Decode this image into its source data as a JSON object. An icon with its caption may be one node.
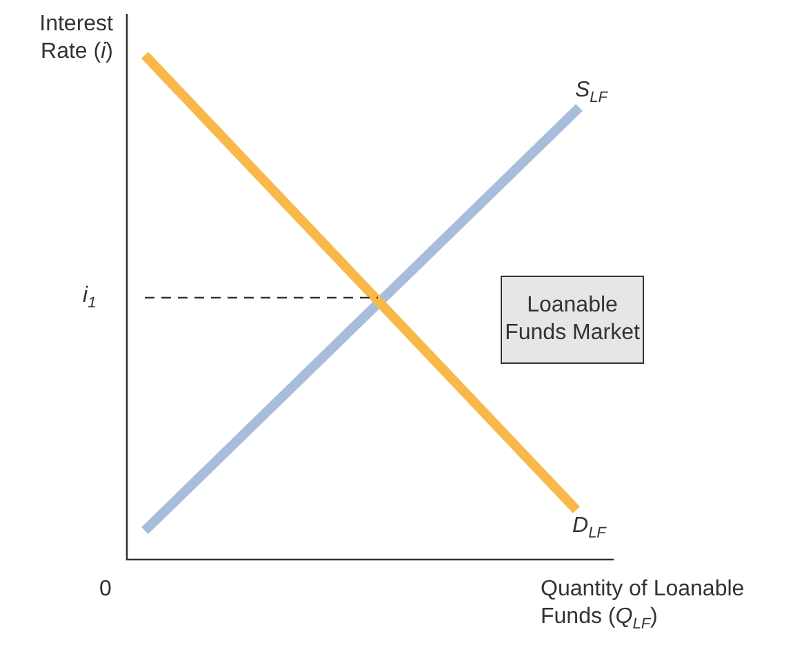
{
  "diagram": {
    "nodes": [
      {
        "text": [
          "Loanable Funds Market"
        ]
      }
    ],
    "edges": [],
    "labels": [
      "Interest Rate (*i*)",
      "S$_{LF}$",
      "i$_{1}$",
      "D$_{LF}$",
      "0",
      "Quantity of Loanable Funds (*Q*$_{LF}$)"
    ]
  }
}
